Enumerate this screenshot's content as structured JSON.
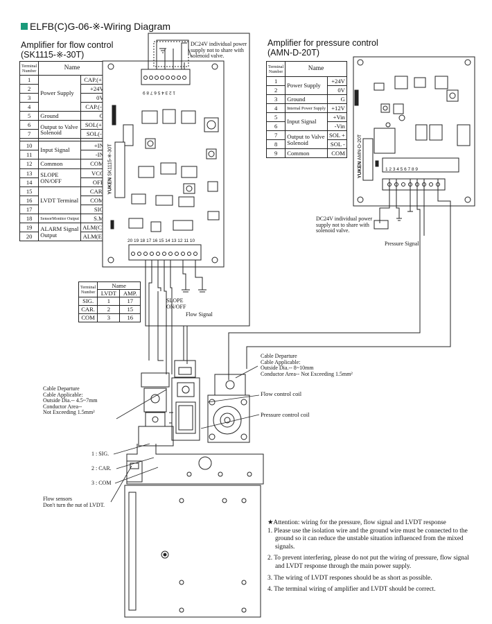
{
  "title": "ELFB(C)G-06-※-Wiring Diagram",
  "colors": {
    "title_square": "#1a9a7a"
  },
  "flow_amp": {
    "heading_line1": "Amplifier for flow control",
    "heading_line2": "(SK1115-※-30T)",
    "board_label": "SK1115-※-30T",
    "brand": "YUKEN",
    "terminal_strip": "20 19 18 17 16 15 14 13 12 11 10",
    "top_strip": "1 2 3 4 5 6 7 8 9",
    "table": {
      "head_terminal": "Terminal Number",
      "head_name": "Name",
      "rows": [
        {
          "n": "1",
          "name": "Power Supply",
          "value": "CAP.(+)"
        },
        {
          "n": "2",
          "name": "",
          "value": "+24V"
        },
        {
          "n": "3",
          "name": "",
          "value": "0V"
        },
        {
          "n": "4",
          "name": "",
          "value": "CAP.(-)"
        },
        {
          "n": "5",
          "name": "Ground",
          "value": "G"
        },
        {
          "n": "6",
          "name": "Output to Valve Solenoid",
          "value": "SOL(+)"
        },
        {
          "n": "7",
          "name": "",
          "value": "SOL(-)"
        },
        {
          "n": "10",
          "name": "Input Signal",
          "value": "+IN"
        },
        {
          "n": "11",
          "name": "",
          "value": "-IN"
        },
        {
          "n": "12",
          "name": "Common",
          "value": "COM"
        },
        {
          "n": "13",
          "name": "SLOPE ON/OFF",
          "value": "VCC"
        },
        {
          "n": "14",
          "name": "",
          "value": "OFF"
        },
        {
          "n": "15",
          "name": "LVDT Terminal",
          "value": "CAR."
        },
        {
          "n": "16",
          "name": "",
          "value": "COM"
        },
        {
          "n": "17",
          "name": "",
          "value": "SIG"
        },
        {
          "n": "18",
          "name": "SensorMonitor Output",
          "value": "S.M"
        },
        {
          "n": "19",
          "name": "ALARM Signal Output",
          "value": "ALM(C)"
        },
        {
          "n": "20",
          "name": "",
          "value": "ALM(E)"
        }
      ]
    },
    "dc24v_note": "DC24V individual power supply not to share with solenoid valve.",
    "slope_label": "SLOPE ON/OFF",
    "flow_signal_label": "Flow Signal"
  },
  "lvdt_table": {
    "head_terminal": "Terminal Number",
    "head_name": "Name",
    "head_lvdt": "LVDT",
    "head_amp": "AMP.",
    "rows": [
      {
        "name": "SIG.",
        "lvdt": "1",
        "amp": "17"
      },
      {
        "name": "CAR.",
        "lvdt": "2",
        "amp": "15"
      },
      {
        "name": "COM",
        "lvdt": "3",
        "amp": "16"
      }
    ]
  },
  "pressure_amp": {
    "heading_line1": "Amplifier for pressure control",
    "heading_line2": "(AMN-D-20T)",
    "board_label": "AMN-D-20T",
    "brand": "YUKEN",
    "terminal_strip": "1 2 3 4 5 6 7 8 9",
    "table": {
      "head_terminal": "Terminal Number",
      "head_name": "Name",
      "rows": [
        {
          "n": "1",
          "name": "Power Supply",
          "value": "+24V"
        },
        {
          "n": "2",
          "name": "",
          "value": "0V"
        },
        {
          "n": "3",
          "name": "Ground",
          "value": "G"
        },
        {
          "n": "4",
          "name": "Internal Power Supply",
          "value": "+12V"
        },
        {
          "n": "5",
          "name": "Input Signal",
          "value": "+Vin"
        },
        {
          "n": "6",
          "name": "",
          "value": "-Vin"
        },
        {
          "n": "7",
          "name": "Output to Valve Solenoid",
          "value": "SOL +"
        },
        {
          "n": "8",
          "name": "",
          "value": "SOL -"
        },
        {
          "n": "9",
          "name": "Common",
          "value": "COM"
        }
      ]
    },
    "dc24v_note": "DC24V individual power supply not to share with solenoid valve.",
    "pressure_signal_label": "Pressure Signal"
  },
  "valve": {
    "cable_left_line1": "Cable Departure",
    "cable_left_line2": "Cable Applicable:",
    "cable_left_line3": "Outside Dia.-- 4.5~7mm",
    "cable_left_line4": "Conductor Area--",
    "cable_left_line5": "Not Exceeding 1.5mm²",
    "cable_right_line1": "Cable Departure",
    "cable_right_line2": "Cable Applicable:",
    "cable_right_line3": "Outside Dia.-- 8~10mm",
    "cable_right_line4": "Conductor Area-- Not Exceeding 1.5mm²",
    "flow_coil": "Flow control coil",
    "pressure_coil": "Pressure control coil",
    "sig": "1 : SIG.",
    "car": "2 : CAR.",
    "com": "3 : COM",
    "flow_sensors_line1": "Flow sensors",
    "flow_sensors_line2": "Don't turn the nut of LVDT."
  },
  "attention": {
    "heading": "★Attention: wiring for the pressure, flow signal and LVDT response",
    "items": [
      "1. Please use the isolation wire and the ground wire must be connected to the ground so it can reduce the unstable situation influenced from the mixed signals.",
      "2. To prevent interfering, please do not put the wiring of pressure, flow signal and LVDT response through the main power supply.",
      "3. The wiring of LVDT respones should be as short as possible.",
      "4. The terminal wiring of amplifier and LVDT should be correct."
    ]
  }
}
